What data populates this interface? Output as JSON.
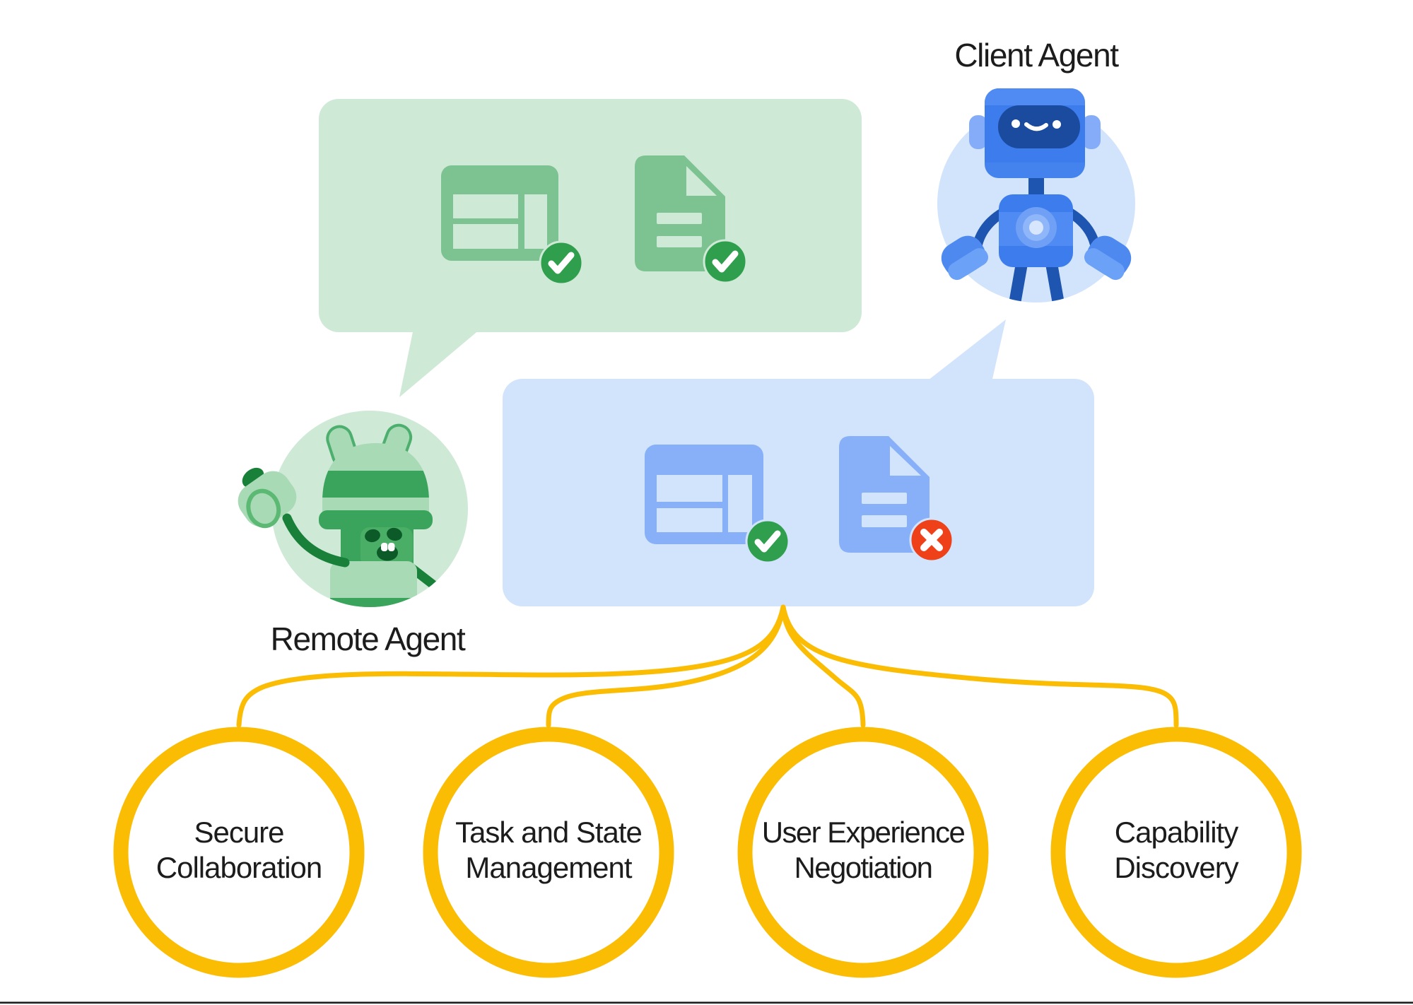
{
  "labels": {
    "client_agent": "Client Agent",
    "remote_agent": "Remote Agent"
  },
  "messages": {
    "remote_agent_message": {
      "icons": [
        {
          "name": "web-layout-icon",
          "status": "check"
        },
        {
          "name": "document-icon",
          "status": "check"
        }
      ]
    },
    "client_agent_message": {
      "icons": [
        {
          "name": "web-layout-icon",
          "status": "check"
        },
        {
          "name": "document-icon",
          "status": "cross"
        }
      ]
    }
  },
  "features": [
    {
      "label": "Secure\nCollaboration"
    },
    {
      "label": "Task and State\nManagement"
    },
    {
      "label": "User Experience\nNegotiation"
    },
    {
      "label": "Capability\nDiscovery"
    }
  ],
  "colors": {
    "text_color": "#1c1c1c",
    "green_bubble": "#cfe9d7",
    "green_icon": "#7dc291",
    "green_badge": "#2f9e4d",
    "blue_bubble": "#d2e3fc",
    "blue_icon": "#87b0f8",
    "red_badge": "#ee4119",
    "yellow": "#fbbc04",
    "footer_line": "#1f1f1f",
    "robot_circle": "#d2e3fc",
    "robot_blue": "#3d7cec",
    "robot_blue_light": "#4f8bf2",
    "robot_blue_lighter": "#6ba1f6",
    "robot_navy": "#1d55b0",
    "robot_face": "#1a4b9e",
    "robot_ear": "#85acf8",
    "robot_mitt": "#4e89f0",
    "robot_belly_outer": "#6fa0f6",
    "robot_belly_mid": "#8fb6f9",
    "robot_belly_core": "#d8e6fd",
    "bunny_circle": "#cfe9d7",
    "bunny_light": "#a8dab5",
    "bunny_mid": "#3ba45c",
    "bunny_panel": "#4bae67",
    "bunny_dark": "#188038",
    "bunny_outline": "#5bb974",
    "bunny_feature": "#0b5a28"
  }
}
